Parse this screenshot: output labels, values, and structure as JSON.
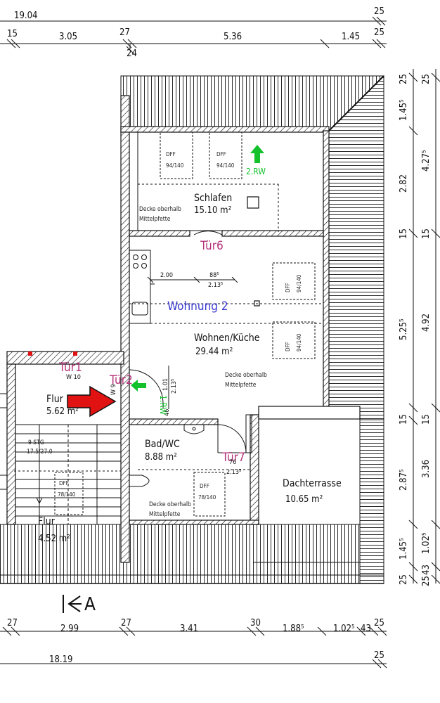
{
  "dimensions": {
    "top_total": "19.04",
    "top_total_extra": "25",
    "top_segments": [
      "15",
      "3.05",
      "27",
      "5.36",
      "1.45",
      "25"
    ],
    "top_sub": "24",
    "bottom_segments": [
      "27",
      "2.99",
      "27",
      "3.41",
      "30",
      "1.88⁵",
      "1.02⁵",
      "43",
      "25"
    ],
    "bottom_total": "18.19",
    "bottom_total_extra": "25",
    "right_inner": [
      "25",
      "1.45⁵",
      "2.82",
      "15",
      "5.25⁵",
      "15",
      "2.87⁵",
      "1.45⁵",
      "25"
    ],
    "right_outer": [
      "25",
      "4.27⁵",
      "15",
      "4.92",
      "15",
      "3.36",
      "1.02⁵",
      "43",
      "25"
    ],
    "kitchen_w1": "2.00",
    "kitchen_w2": "88⁵",
    "kitchen_w3": "2.13⁵",
    "tur2_h1": "2.13⁵",
    "tur2_h2": "1.01",
    "tur2_s": "46",
    "tur2_w": "W 9",
    "tur1_w": "W 10",
    "tur7_w1": "76",
    "tur7_w2": "2.13⁵"
  },
  "rooms": {
    "schlafen": {
      "name": "Schlafen",
      "area": "15.10  m²"
    },
    "wohnen": {
      "name": "Wohnen/Küche",
      "area": "29.44  m²"
    },
    "flur_upper": {
      "name": "Flur",
      "area": "5.62  m²"
    },
    "bad": {
      "name": "Bad/WC",
      "area": "8.88  m²"
    },
    "dachterrasse": {
      "name": "Dachterrasse",
      "area": "10.65  m²"
    },
    "flur_lower": {
      "name": "Flur",
      "area": "4.52  m²"
    }
  },
  "apartment_label": "Wohnung 2",
  "doors": {
    "tur1": "Tür1",
    "tur2": "Tür2",
    "tur6": "Tür6",
    "tur7": "Tür7"
  },
  "rw": {
    "rw2": "2.RW",
    "rw1": "1.RW"
  },
  "notes": {
    "decke_line1": "Decke oberhalb",
    "decke_line2": "Mittelpfette"
  },
  "windows": {
    "dff_label": "DFF",
    "dff_size": "94/140",
    "dff_stair_size": "78/140",
    "dff_bad_size": "78/140"
  },
  "stair": {
    "steps": "9  STG",
    "ratio": "17.5/27.0"
  },
  "section_label": "A",
  "colors": {
    "door_label": "#b4337a",
    "rw_green": "#12c12c",
    "apartment_label": "#3a3ad0",
    "arrow_red": "#e01212"
  }
}
